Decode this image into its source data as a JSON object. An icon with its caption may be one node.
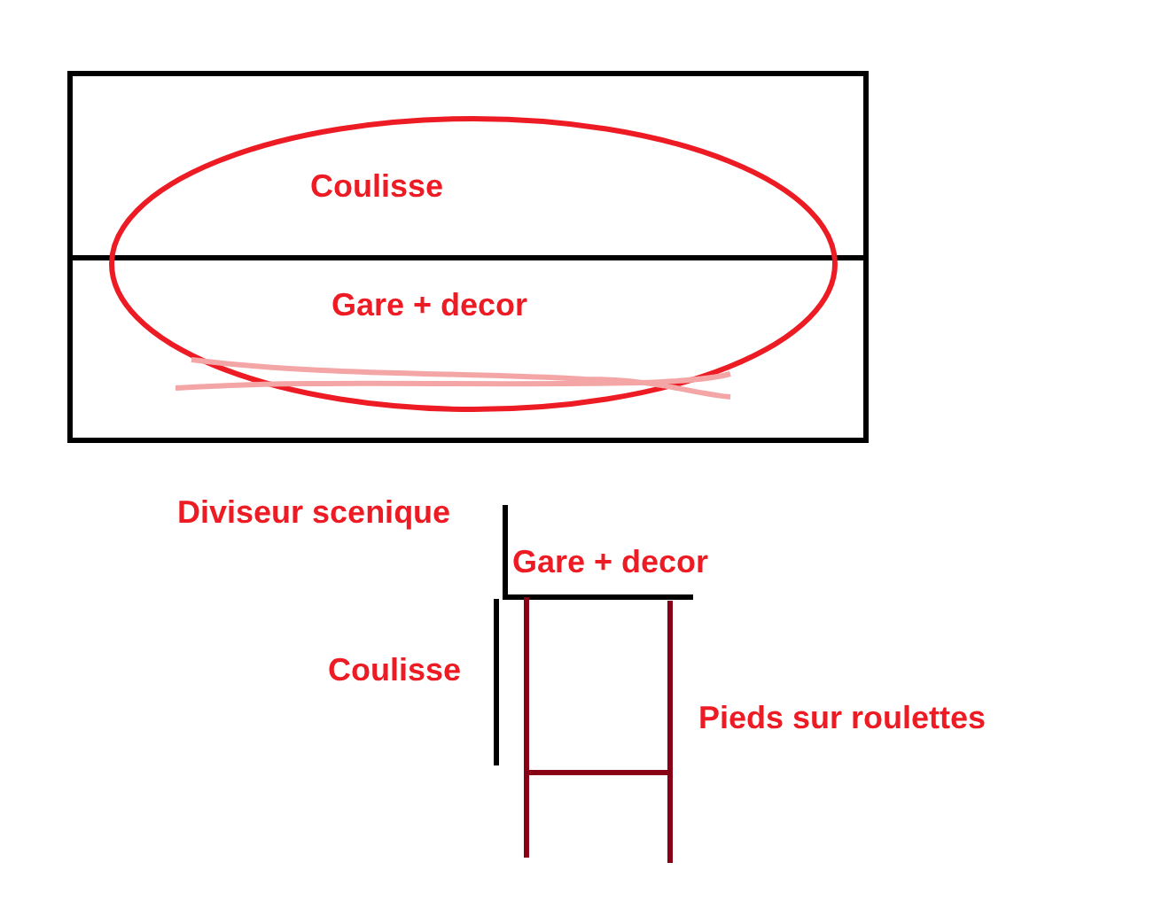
{
  "diagram": {
    "nodes": [
      {
        "text": [
          "Coulisse"
        ]
      },
      {
        "text": [
          "Gare + decor"
        ]
      }
    ],
    "labels": [
      "Diviseur scenique",
      "Gare + decor",
      "Coulisse",
      "Pieds sur roulettes"
    ]
  }
}
